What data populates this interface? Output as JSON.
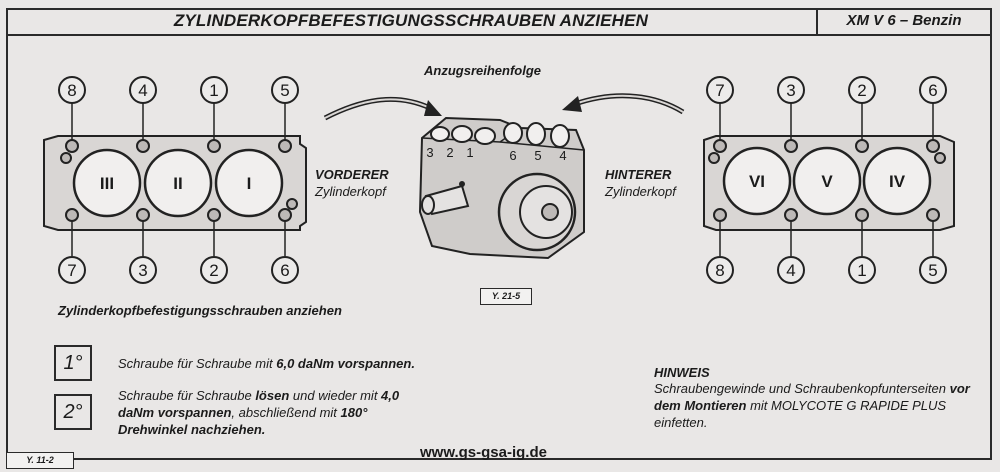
{
  "header": {
    "title": "ZYLINDERKOPFBEFESTIGUNGSSCHRAUBEN ANZIEHEN",
    "model": "XM V 6 – Benzin"
  },
  "diagram": {
    "sequence_title": "Anzugsreihenfolge",
    "front_head": {
      "label_bold": "VORDERER",
      "label": "Zylinderkopf",
      "cylinders": [
        "III",
        "II",
        "I"
      ],
      "top_bolts": [
        "8",
        "4",
        "1",
        "5"
      ],
      "bottom_bolts": [
        "7",
        "3",
        "2",
        "6"
      ]
    },
    "rear_head": {
      "label_bold": "HINTERER",
      "label": "Zylinderkopf",
      "cylinders": [
        "VI",
        "V",
        "IV"
      ],
      "top_bolts": [
        "7",
        "3",
        "2",
        "6"
      ],
      "bottom_bolts": [
        "8",
        "4",
        "1",
        "5"
      ]
    },
    "engine_cyl_numbers": [
      "3",
      "2",
      "1",
      "6",
      "5",
      "4"
    ],
    "figure_ref": "Y. 21-5"
  },
  "caption": "Zylinderkopfbefestigungsschrauben anziehen",
  "steps": [
    {
      "label": "1°",
      "text_a": "Schraube für Schraube mit ",
      "text_b": "6,0 daNm vorspannen."
    },
    {
      "label": "2°",
      "text_a": "Schraube für Schraube ",
      "text_b": "lösen",
      "text_c": " und wieder mit ",
      "text_d": "4,0 daNm vorspannen",
      "text_e": ", abschließend mit ",
      "text_f": "180° Drehwinkel nachziehen."
    }
  ],
  "note": {
    "title": "HINWEIS",
    "text_a": "Schraubengewinde und Schraubenkopfunterseiten ",
    "text_b": "vor dem Montieren",
    "text_c": " mit MOLYCOTE G RAPIDE PLUS einfetten."
  },
  "page_ref": "Y. 11-2",
  "url": "www.gs-gsa-ig.de"
}
